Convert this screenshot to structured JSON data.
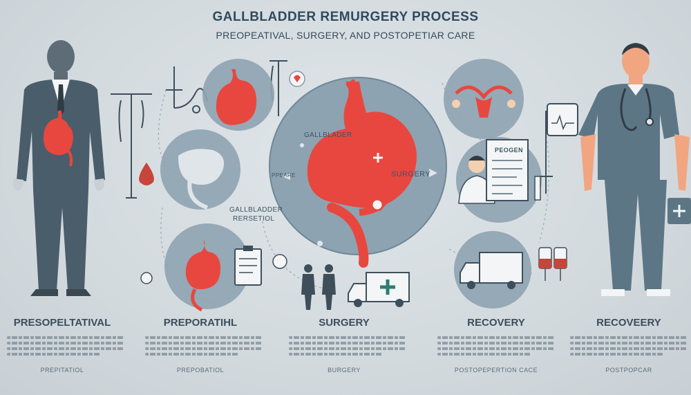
{
  "header": {
    "title": "GALLBLADDER REMURGERY PROCESS",
    "subtitle": "PREOPEATIVAL, SURGERY, AND POSTOPETIAR CARE"
  },
  "diagram_labels": {
    "gallbladder": "GALLBLADER",
    "surgery_arrow": "SURGERY",
    "prepare_arrow": "PPEARE",
    "resection_line1": "GALLBLADDER",
    "resection_line2": "RERSETIOL",
    "clipboard_title": "PEOGEN"
  },
  "columns": [
    {
      "heading": "PRESOPELTATIVAL",
      "footer": "PREPITATIOL"
    },
    {
      "heading": "PREPORATIHL",
      "footer": "PREPOBATIOL"
    },
    {
      "heading": "SURGERY",
      "footer": "BURGERY"
    },
    {
      "heading": "RECOVERY",
      "footer": "POSTOPEPERTION CACE"
    },
    {
      "heading": "RECOVEERY",
      "footer": "POSTPOPCAR"
    }
  ],
  "colors": {
    "accent_red": "#e8473f",
    "circle_fill": "#8ea3b1",
    "circle_dark": "#6f8797",
    "figure_dark": "#4a5d6b",
    "scrubs": "#5c7685",
    "skin": "#f2a581",
    "background": "#d6dde1"
  },
  "icons": [
    "man-figure-icon",
    "nurse-figure-icon",
    "stomach-icon",
    "iv-stand-icon",
    "blood-drop-icon",
    "clipboard-icon",
    "doctor-icon",
    "ambulance-icon",
    "truck-icon",
    "iv-bag-icon",
    "uterus-icon",
    "people-icon",
    "medical-bag-icon",
    "stethoscope-icon"
  ]
}
